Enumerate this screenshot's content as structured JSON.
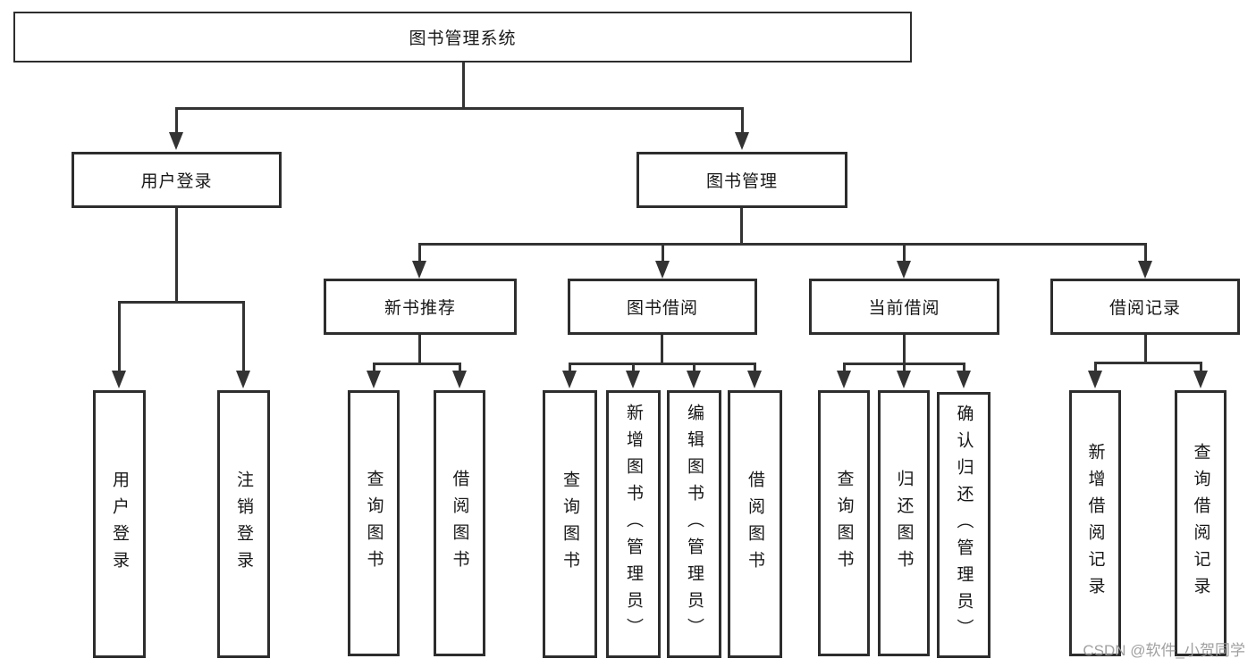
{
  "diagram": {
    "root": {
      "label": "图书管理系统"
    },
    "level2": {
      "user_login": {
        "label": "用户登录"
      },
      "book_management": {
        "label": "图书管理"
      }
    },
    "level3": {
      "new_book_recommend": {
        "label": "新书推荐"
      },
      "book_borrow": {
        "label": "图书借阅"
      },
      "current_borrow": {
        "label": "当前借阅"
      },
      "borrow_record": {
        "label": "借阅记录"
      }
    },
    "leaves": {
      "login_user_login": "用户登录",
      "login_logout": "注销登录",
      "nbr_query_book": "查询图书",
      "nbr_borrow_book": "借阅图书",
      "bb_query_book": "查询图书",
      "bb_add_book": "新增图书（管理员）",
      "bb_edit_book": "编辑图书（管理员）",
      "bb_borrow_book": "借阅图书",
      "cb_query_book": "查询图书",
      "cb_return_book": "归还图书",
      "cb_confirm_return": "确认归还（管理员）",
      "br_add_record": "新增借阅记录",
      "br_query_record": "查询借阅记录"
    },
    "watermark": "CSDN @软件_小贺同学"
  },
  "colors": {
    "line": "#333333",
    "box_border": "#2d2d2d",
    "box_fill": "#ffffff",
    "text": "#171717",
    "watermark": "#9b9b9b"
  }
}
